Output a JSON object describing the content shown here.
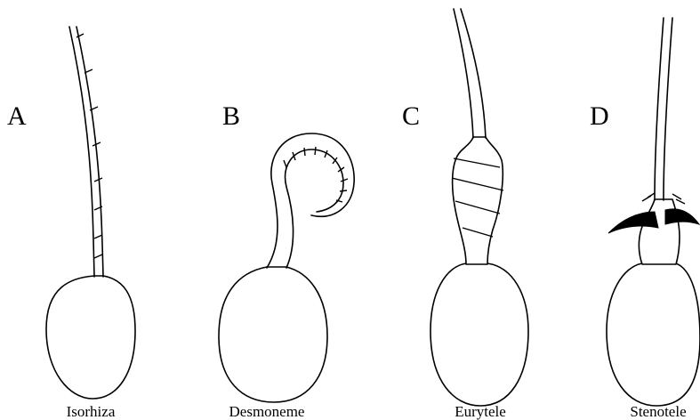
{
  "panels": [
    {
      "letter": "A",
      "caption": "Isorhiza"
    },
    {
      "letter": "B",
      "caption": "Desmoneme"
    },
    {
      "letter": "C",
      "caption": "Eurytele"
    },
    {
      "letter": "D",
      "caption": "Stenotele"
    }
  ]
}
